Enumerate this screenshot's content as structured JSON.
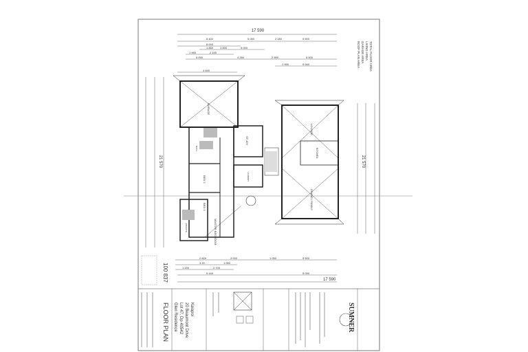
{
  "document": {
    "title": "FLOOR PLAN",
    "drawing_number": "100 837",
    "overall_width": "17 590",
    "overall_depth": "21 570",
    "company": "SUMNER",
    "project": "Glen Residence",
    "lot": "Lot 47, Dp 40542",
    "address": "20 Beaumont Drive",
    "locality": "Kaiapoi",
    "areas": [
      "TOTAL FLOOR AREA",
      "LIVING AREA",
      "GARAGE AREA",
      "ROOF PLAN AREA"
    ],
    "top_dimensions": [
      "8 400",
      "5 090",
      "2 280",
      "5 500",
      "8 000",
      "1 850",
      "1 000",
      "5 000",
      "1 965",
      "2 165",
      "5 090",
      "4 280",
      "2 500",
      "5 500",
      "1 950",
      "5 940",
      "4 840"
    ],
    "bottom_dimensions": [
      "2 800",
      "3 000",
      "1 050",
      "5 500",
      "3 20",
      "1 050",
      "1 200",
      "2 700",
      "5 440",
      "5 090"
    ],
    "rooms": [
      "GARAGE",
      "LOUNGE",
      "DINING / FAMILY",
      "KITCHEN",
      "BED 2",
      "BED 3",
      "STUDY",
      "MASTER BEDROOM",
      "ENSUITE",
      "BATH",
      "LAUNDRY"
    ]
  }
}
